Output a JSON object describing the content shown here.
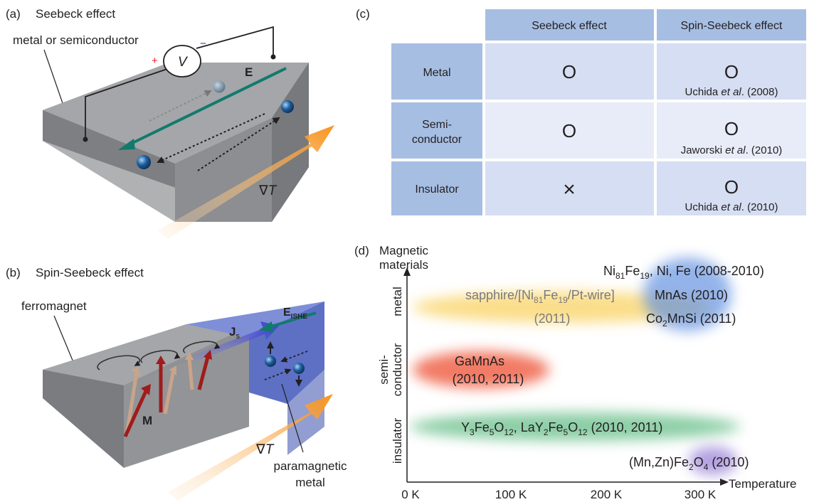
{
  "panel_a": {
    "label": "(a)",
    "title": "Seebeck effect",
    "material": "metal or semiconductor",
    "voltmeter": "V",
    "plus": "+",
    "minus": "−",
    "field": "E",
    "gradient": "∇",
    "gradient_var": "T"
  },
  "panel_b": {
    "label": "(b)",
    "title": "Spin-Seebeck effect",
    "ferromagnet": "ferromagnet",
    "field": "E",
    "field_sub": "ISHE",
    "current": "J",
    "current_sub": "s",
    "magnetization": "M",
    "gradient": "∇",
    "gradient_var": "T",
    "metal_line1": "paramagnetic",
    "metal_line2": "metal"
  },
  "panel_c": {
    "label": "(c)",
    "columns": [
      "Seebeck effect",
      "Spin-Seebeck effect"
    ],
    "rows": [
      {
        "name": [
          "Metal"
        ],
        "seebeck": "O",
        "spin": "O",
        "ref_author": "Uchida",
        "ref_etal": "et al",
        "ref_year": ". (2008)"
      },
      {
        "name": [
          "Semi-",
          "conductor"
        ],
        "seebeck": "O",
        "spin": "O",
        "ref_author": "Jaworski",
        "ref_etal": "et al",
        "ref_year": ". (2010)"
      },
      {
        "name": [
          "Insulator"
        ],
        "seebeck": "×",
        "spin": "O",
        "ref_author": "Uchida",
        "ref_etal": "et al",
        "ref_year": ". (2010)"
      }
    ]
  },
  "panel_d": {
    "label": "(d)",
    "ylabel_1": "Magnetic",
    "ylabel_2": "materials",
    "xlabel": "Temperature",
    "categories": [
      "metal",
      "semi-",
      "conductor",
      "insulator"
    ],
    "ticks": [
      "0 K",
      "100 K",
      "200 K",
      "300 K"
    ],
    "entries": {
      "nife_a": "Ni",
      "nife_b": "81",
      "nife_c": "Fe",
      "nife_d": "19",
      "nife_e": ", Ni, Fe (2008-2010)",
      "mnas": "MnAs (2010)",
      "co_a": "Co",
      "co_b": "2",
      "co_c": "MnSi (2011)",
      "sap_a": "sapphire/[Ni",
      "sap_b": "81",
      "sap_c": "Fe",
      "sap_d": "19",
      "sap_e": "/Pt-wire]",
      "sap_year": "(2011)",
      "gamnas": "GaMnAs",
      "gamnas_year": "(2010, 2011)",
      "yig_a": "Y",
      "yig_b": "3",
      "yig_c": "Fe",
      "yig_d": "5",
      "yig_e": "O",
      "yig_f": "12",
      "yig_g": ", LaY",
      "yig_h": "2",
      "yig_i": "Fe",
      "yig_j": "5",
      "yig_k": "O",
      "yig_l": "12",
      "yig_m": " (2010, 2011)",
      "fer_a": "(Mn,Zn)Fe",
      "fer_b": "2",
      "fer_c": "O",
      "fer_d": "4",
      "fer_e": " (2010)"
    },
    "colors": {
      "metal": "#f8c83c",
      "semiconductor": "#ee5030",
      "insulator": "#3fae6a",
      "nife": "#5a8ce0",
      "ferrite": "#8a6fd0"
    }
  }
}
